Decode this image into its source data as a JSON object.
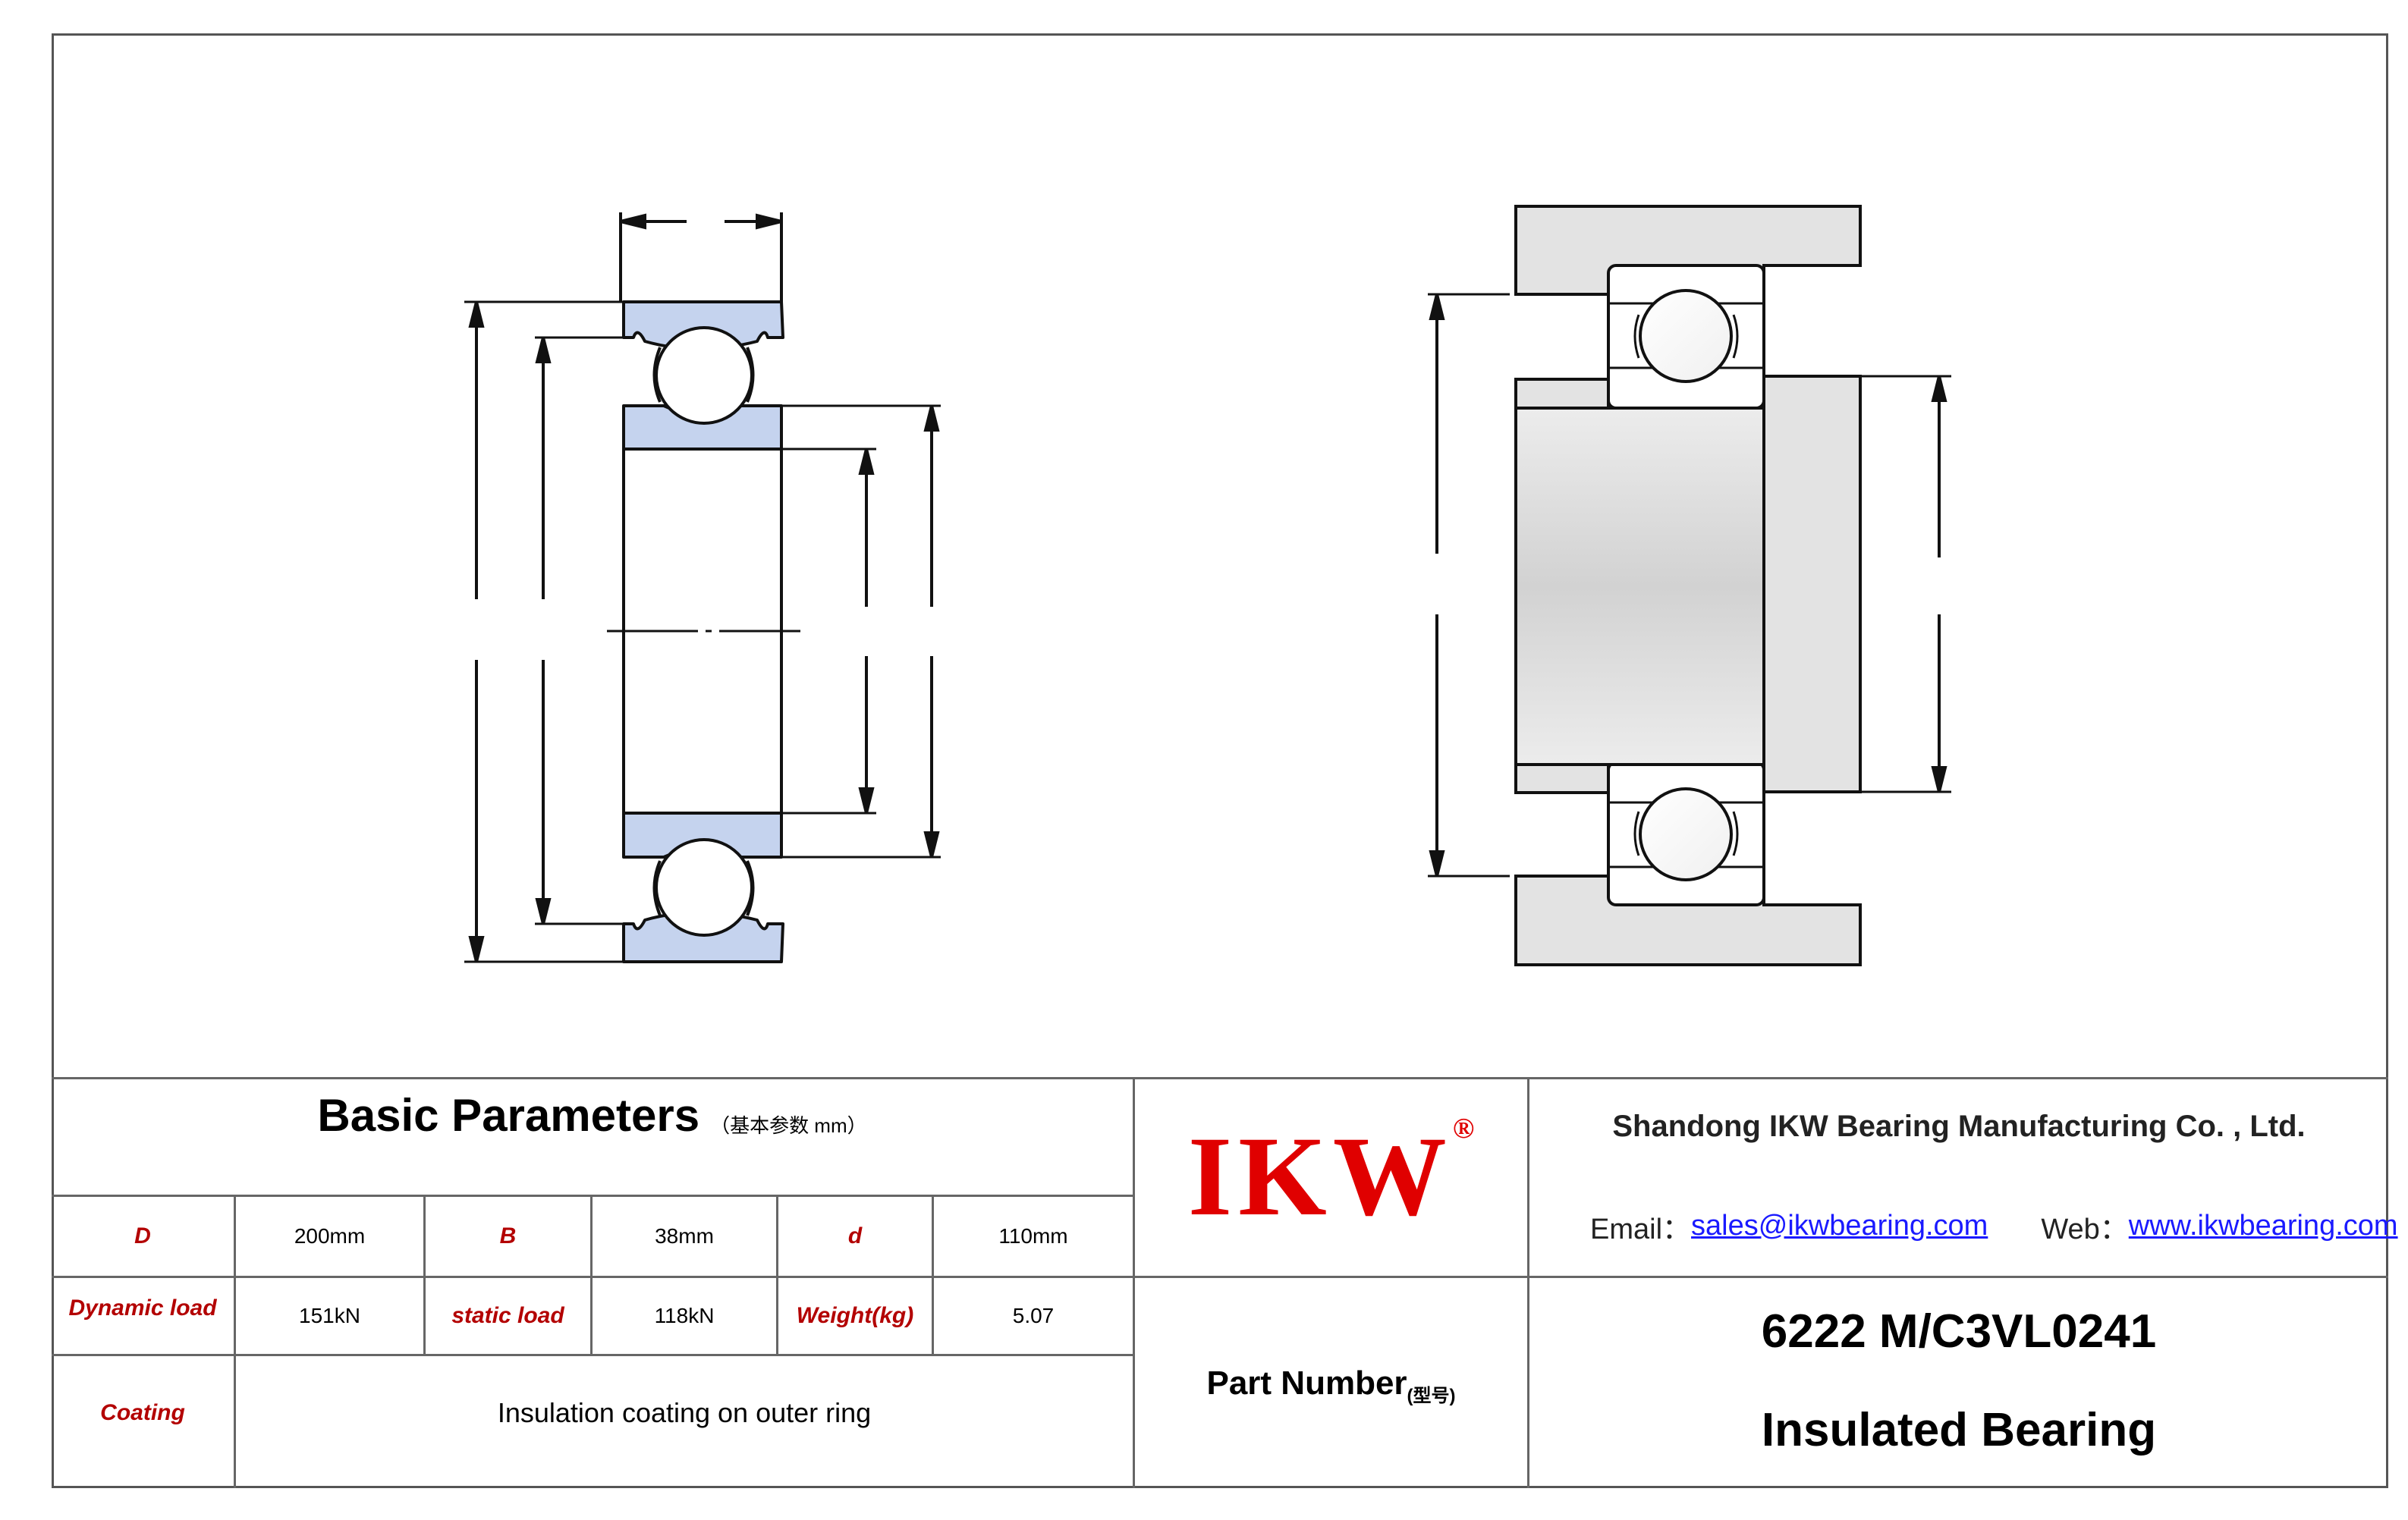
{
  "basic_parameters": {
    "title": "Basic Parameters",
    "subtitle": "（基本参数 mm）"
  },
  "params": [
    [
      {
        "label": "D",
        "value": "200mm"
      },
      {
        "label": "B",
        "value": "38mm"
      },
      {
        "label": "d",
        "value": "110mm"
      }
    ],
    [
      {
        "label": "Dynamic load",
        "value": "151kN"
      },
      {
        "label": "static load",
        "value": "118kN"
      },
      {
        "label": "Weight(kg)",
        "value": "5.07"
      }
    ]
  ],
  "coating": {
    "label": "Coating",
    "value": "Insulation coating on outer ring"
  },
  "logo": {
    "text": "IKW",
    "mark": "®"
  },
  "company": {
    "name": "Shandong IKW Bearing Manufacturing Co. , Ltd.",
    "email_label": "Email：",
    "email": "sales@ikwbearing.com",
    "web_label": "Web：",
    "web": "www.ikwbearing.com"
  },
  "part": {
    "label": "Part Number",
    "label_sub": "(型号)",
    "number": "6222 M/C3VL0241",
    "type": "Insulated Bearing"
  },
  "colors": {
    "ring_fill": "#c5d3ee",
    "housing_fill": "#e3e3e3",
    "logo_red": "#e00000",
    "label_red": "#b30000",
    "link_blue": "#1a1aff"
  }
}
